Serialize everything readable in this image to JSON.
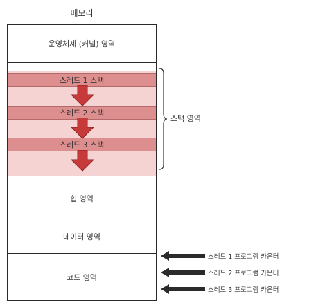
{
  "title": "메모리",
  "sections": {
    "kernel": "운영체제 (커널) 영역",
    "heap": "힙 영역",
    "data": "데이터 영역",
    "code": "코드 영역"
  },
  "stacks": [
    {
      "label": "스레드 1 스택"
    },
    {
      "label": "스레드 2 스택"
    },
    {
      "label": "스레드 3 스택"
    }
  ],
  "stack_area_label": "스택 영역",
  "program_counters": [
    {
      "label": "스레드 1 프로그램 카운터"
    },
    {
      "label": "스레드 2 프로그램 카운터"
    },
    {
      "label": "스레드 3 프로그램 카운터"
    }
  ],
  "colors": {
    "stack_band": "#dd8e8e",
    "stack_bg": "#f5d3d3",
    "arrow_fill": "#c63a3a",
    "pc_arrow": "#2b2b2b"
  }
}
